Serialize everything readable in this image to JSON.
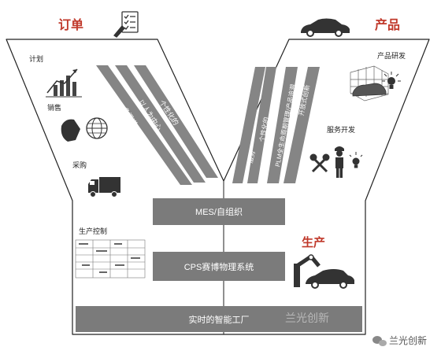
{
  "title_left": "订单",
  "title_right": "产品",
  "left_labels": {
    "plan": "计划",
    "sales": "销售",
    "procurement": "采购",
    "production_control": "生产控制"
  },
  "right_labels": {
    "product_rd": "产品研发",
    "service_dev": "服务开发",
    "production": "生产"
  },
  "left_stripes": [
    "多渠道",
    "以人为中心",
    "个性化的"
  ],
  "right_stripes": [
    "服务",
    "个性化的",
    "PLM全生命周期管理/产品追溯",
    "开放式创新"
  ],
  "bars": {
    "mes": "MES/自组织",
    "cps": "CPS赛博物理系统",
    "factory": "实时的智能工厂"
  },
  "watermark_bar": "兰光创新",
  "watermark_brand": "兰光创新",
  "colors": {
    "accent_red": "#c0392b",
    "bar_gray": "#7b7b7b",
    "stripe_gray": "#858585",
    "icon_dark": "#3a3a3a"
  }
}
